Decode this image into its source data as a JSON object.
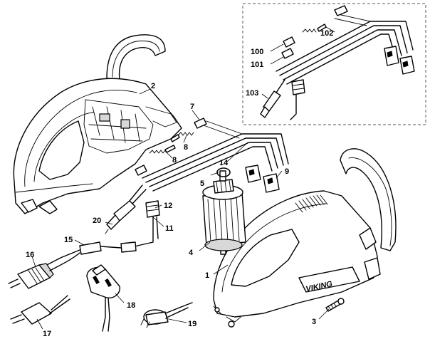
{
  "labels": {
    "p1": "1",
    "p2": "2",
    "p3": "3",
    "p4": "4",
    "p5": "5",
    "p7": "7",
    "p8a": "8",
    "p8b": "8",
    "p9": "9",
    "p11": "11",
    "p12": "12",
    "p14": "14",
    "p15": "15",
    "p16": "16",
    "p17": "17",
    "p18": "18",
    "p19": "19",
    "p20": "20",
    "p100": "100",
    "p101": "101",
    "p102": "102",
    "p103": "103"
  },
  "brand": "VIKING"
}
